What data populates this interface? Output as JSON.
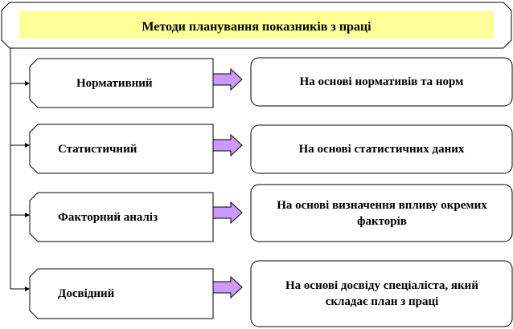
{
  "title": "Методи планування показників з праці",
  "colors": {
    "title_fill": "#ffff99",
    "arrow_fill": "#cc99ff",
    "border": "#000000",
    "background": "#ffffff"
  },
  "rows": [
    {
      "method": "Нормативний",
      "description": "На основі нормативів та норм"
    },
    {
      "method": "Статистичний",
      "description": "На основі статистичних даних"
    },
    {
      "method": "Факторний аналіз",
      "description": "На основі визначення впливу окремих факторів"
    },
    {
      "method": "Досвідний",
      "description": "На основі досвіду спеціаліста, який складає план з праці"
    }
  ]
}
